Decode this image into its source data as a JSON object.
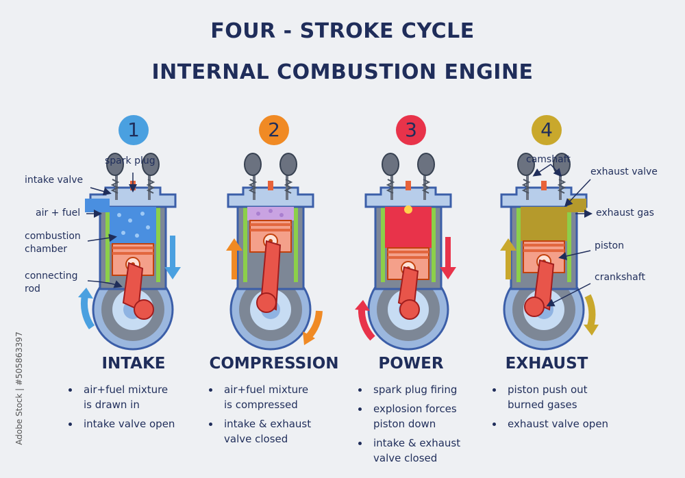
{
  "title_line1": "FOUR - STROKE CYCLE",
  "title_line2": "INTERNAL COMBUSTION ENGINE",
  "stages": [
    {
      "number": "1",
      "name": "INTAKE",
      "color": "#4aa0e0",
      "bullets": [
        [
          "air+fuel mixture",
          "is drawn in"
        ],
        [
          "intake valve open"
        ]
      ]
    },
    {
      "number": "2",
      "name": "COMPRESSION",
      "color": "#f08a24",
      "bullets": [
        [
          "air+fuel mixture",
          "is compressed"
        ],
        [
          "intake & exhaust",
          "valve closed"
        ]
      ]
    },
    {
      "number": "3",
      "name": "POWER",
      "color": "#e8334a",
      "bullets": [
        [
          "spark plug firing"
        ],
        [
          "explosion forces",
          "piston down"
        ],
        [
          "intake & exhaust",
          "valve closed"
        ]
      ]
    },
    {
      "number": "4",
      "name": "EXHAUST",
      "color": "#c9a82c",
      "bullets": [
        [
          "piston push out",
          "burned gases"
        ],
        [
          "exhaust valve open"
        ]
      ]
    }
  ],
  "labels": {
    "spark_plug": "spark plug",
    "intake_valve": "intake valve",
    "air_fuel": "air + fuel",
    "combustion_chamber_1": "combustion",
    "combustion_chamber_2": "chamber",
    "connecting_rod_1": "connecting",
    "connecting_rod_2": "rod",
    "camshaft": "camshaft",
    "exhaust_valve": "exhaust valve",
    "exhaust_gas": "exhaust gas",
    "piston": "piston",
    "crankshaft": "crankshaft"
  },
  "watermark": "Adobe Stock | #505863397",
  "colors": {
    "navy": "#1f2d5a",
    "blue": "#4aa0e0",
    "orange": "#f08a24",
    "red": "#e8334a",
    "gold": "#c9a82c"
  }
}
